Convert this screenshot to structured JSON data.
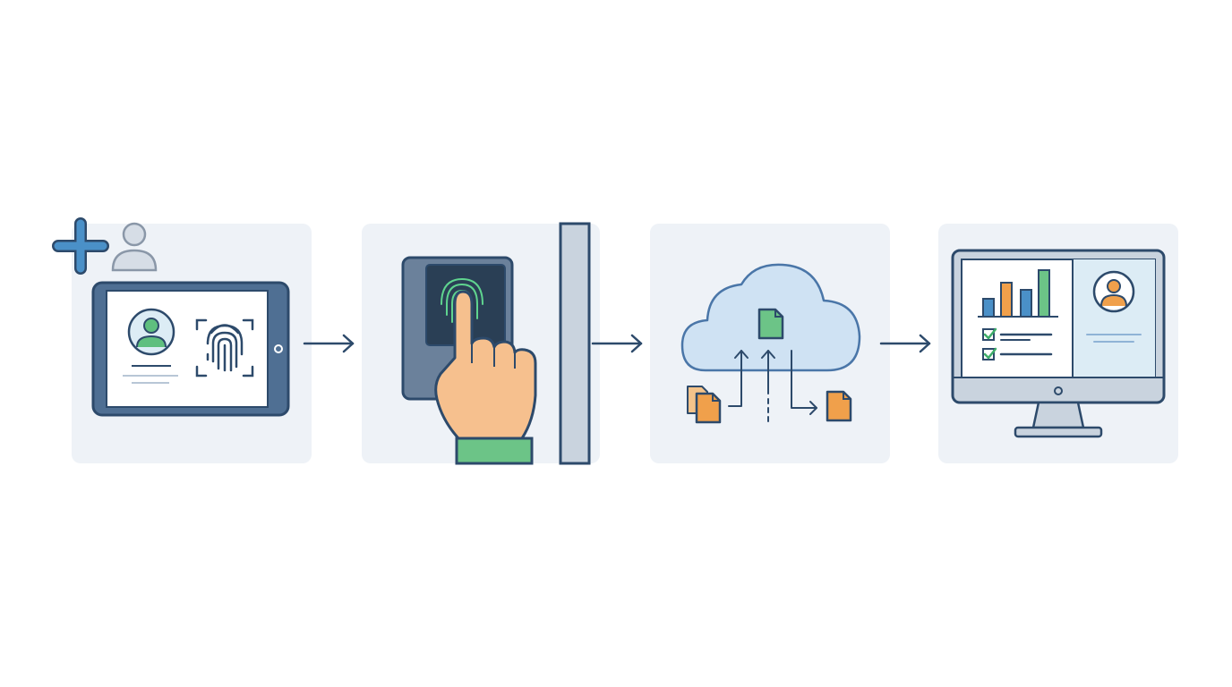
{
  "diagram": {
    "type": "process-flow",
    "direction": "left-to-right",
    "steps": [
      {
        "order": 1,
        "icons": [
          "add-user-icon",
          "tablet-icon",
          "profile-avatar-icon",
          "fingerprint-scan-icon"
        ]
      },
      {
        "order": 2,
        "icons": [
          "fingerprint-reader-icon",
          "hand-pointing-icon",
          "fingerprint-icon"
        ]
      },
      {
        "order": 3,
        "icons": [
          "cloud-icon",
          "document-icon",
          "upload-arrow-icon",
          "download-arrow-icon"
        ]
      },
      {
        "order": 4,
        "icons": [
          "monitor-icon",
          "bar-chart-icon",
          "checklist-icon",
          "profile-avatar-icon"
        ]
      }
    ],
    "connectors": 3
  },
  "colors": {
    "panel_background": "#eef2f7",
    "outline": "#2d4a6b",
    "accent_blue": "#4a90c8",
    "accent_green": "#5fbf7f",
    "accent_orange": "#f0a04b",
    "light_blue": "#cfe2f3",
    "skin": "#f6c08e"
  }
}
